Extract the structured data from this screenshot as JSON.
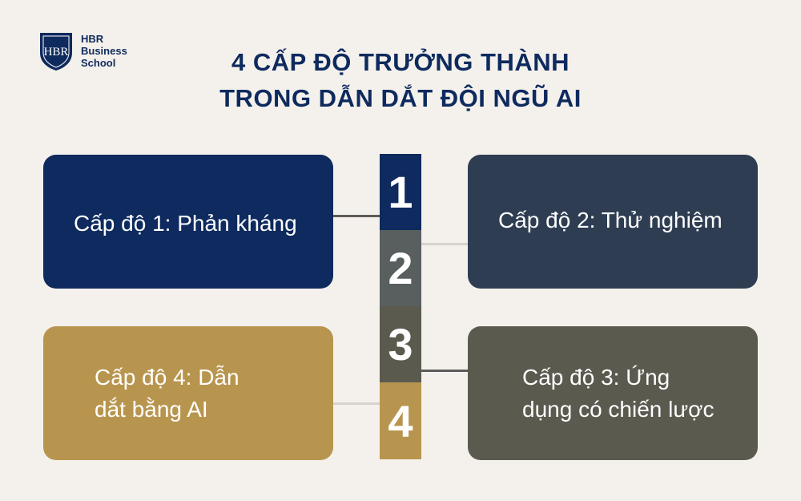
{
  "logo": {
    "monogram": "HBR",
    "lines": [
      "HBR",
      "Business",
      "School"
    ]
  },
  "title": {
    "line1": "4 CẤP ĐỘ TRƯỞNG THÀNH",
    "line2": "TRONG DẪN DẮT ĐỘI NGŨ AI"
  },
  "levels": [
    {
      "number": "1",
      "lines": [
        "Cấp độ 1: Phản kháng"
      ],
      "color": "#0e2a5e"
    },
    {
      "number": "2",
      "lines": [
        "Cấp độ 2: Thử nghiệm"
      ],
      "color": "#2e3d52"
    },
    {
      "number": "3",
      "lines": [
        "Cấp độ 3: Ứng",
        "dụng có chiến lược"
      ],
      "color": "#5b5a4f"
    },
    {
      "number": "4",
      "lines": [
        "Cấp độ 4: Dẫn",
        "dắt bằng AI"
      ],
      "color": "#b8954e"
    }
  ],
  "colors": {
    "background": "#f4f1ec",
    "title": "#0e2a5e"
  }
}
